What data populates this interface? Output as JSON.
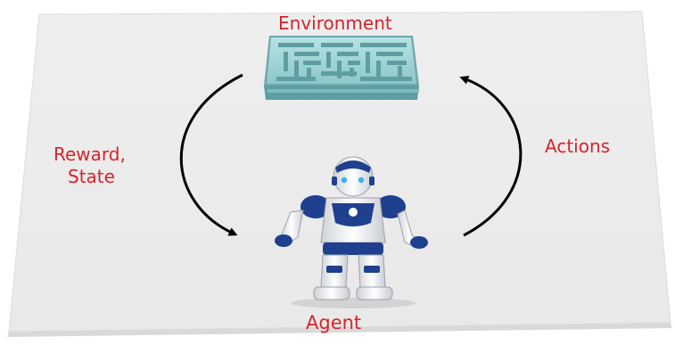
{
  "diagram": {
    "environment": {
      "label": "Environment",
      "icon": "maze-icon"
    },
    "agent": {
      "label": "Agent",
      "icon": "robot-icon"
    },
    "reward_state": {
      "line1": "Reward,",
      "line2": "State"
    },
    "actions": {
      "label": "Actions"
    },
    "colors": {
      "label": "#d8232a",
      "maze": "#9fd3d6",
      "maze_dark": "#5e9ea2",
      "arrow": "#000000",
      "card": "#ededed",
      "robot_blue": "#1f3f8f"
    }
  }
}
